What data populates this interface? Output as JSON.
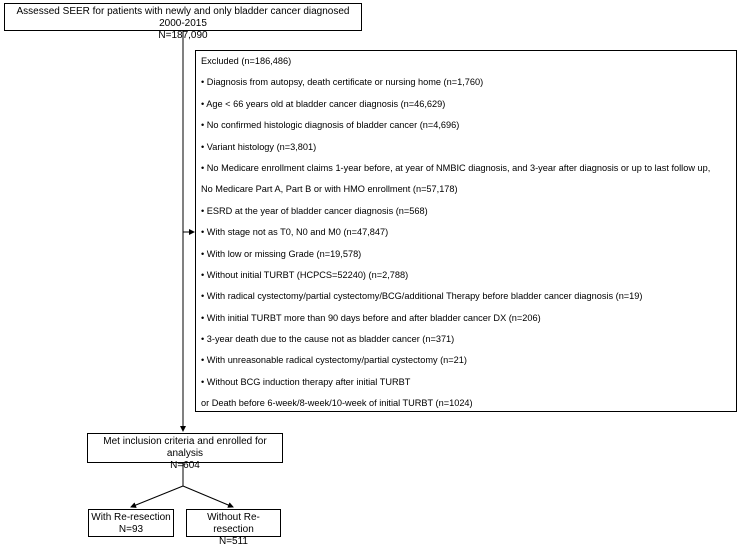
{
  "top": {
    "line1": "Assessed SEER for patients with newly and only bladder cancer diagnosed 2000-2015",
    "line2": "N=187,090"
  },
  "excluded": {
    "header": "Excluded (n=186,486)",
    "items": [
      "• Diagnosis from autopsy, death certificate or nursing home (n=1,760)",
      "• Age < 66 years old at bladder cancer diagnosis (n=46,629)",
      "• No confirmed histologic diagnosis of bladder cancer (n=4,696)",
      "• Variant histology (n=3,801)",
      "• No Medicare enrollment claims 1-year before, at year of NMBIC diagnosis, and 3-year after diagnosis or up to last follow up,",
      "No Medicare Part A, Part B or with HMO enrollment (n=57,178)",
      "• ESRD at the year of bladder cancer diagnosis (n=568)",
      "• With stage not as T0, N0 and M0 (n=47,847)",
      "• With low or missing Grade (n=19,578)",
      "• Without initial TURBT (HCPCS=52240) (n=2,788)",
      "• With radical cystectomy/partial cystectomy/BCG/additional Therapy before bladder cancer diagnosis (n=19)",
      "• With initial TURBT more than 90 days before and after bladder cancer DX (n=206)",
      "• 3-year death due to the cause not as bladder cancer (n=371)",
      "• With unreasonable radical cystectomy/partial cystectomy (n=21)",
      "• Without BCG induction therapy after initial TURBT",
      "or Death before 6-week/8-week/10-week of initial TURBT (n=1024)"
    ]
  },
  "included": {
    "line1": "Met inclusion criteria and enrolled for analysis",
    "line2": "N=604"
  },
  "rr": {
    "line1": "With Re-resection",
    "line2": "N=93"
  },
  "nrr": {
    "line1": "Without Re-resection",
    "line2": "N=511"
  }
}
